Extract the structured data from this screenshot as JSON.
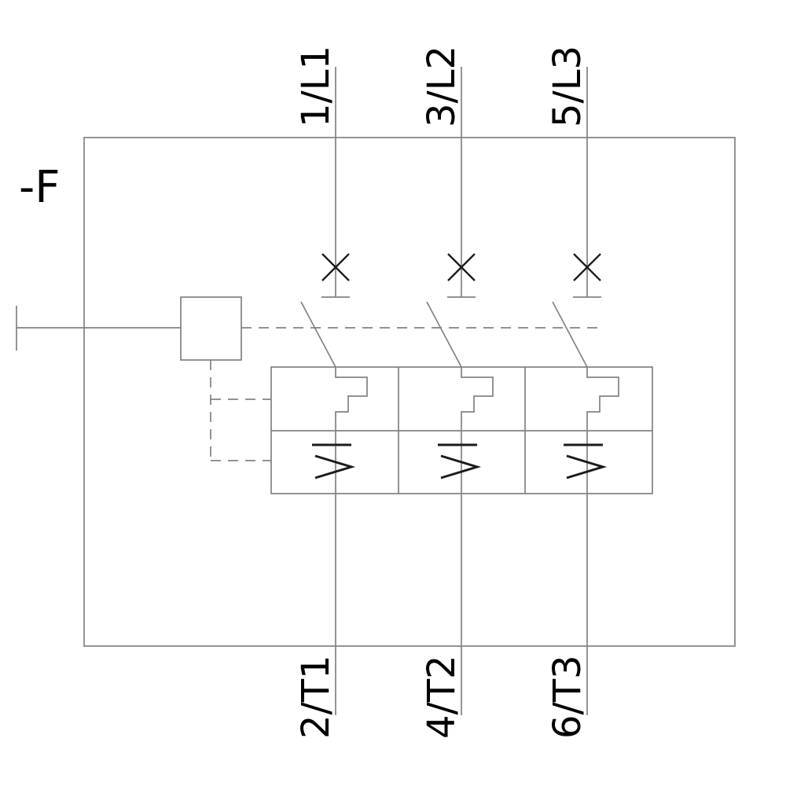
{
  "device": {
    "designation": "-F",
    "kind": "motor-protection-circuit-breaker-schematic"
  },
  "terminals": {
    "top": [
      "1/L1",
      "3/L2",
      "5/L3"
    ],
    "bottom": [
      "2/T1",
      "4/T2",
      "6/T3"
    ]
  },
  "symbols": {
    "breaker_contact": "x-cross-icon",
    "thermal_overload": "thermal-overload-jog-icon",
    "magnetic_overcurrent": "I>"
  },
  "colors": {
    "line": "#828282",
    "symbol": "#1b1b1b",
    "text": "#000000",
    "background": "#ffffff"
  }
}
